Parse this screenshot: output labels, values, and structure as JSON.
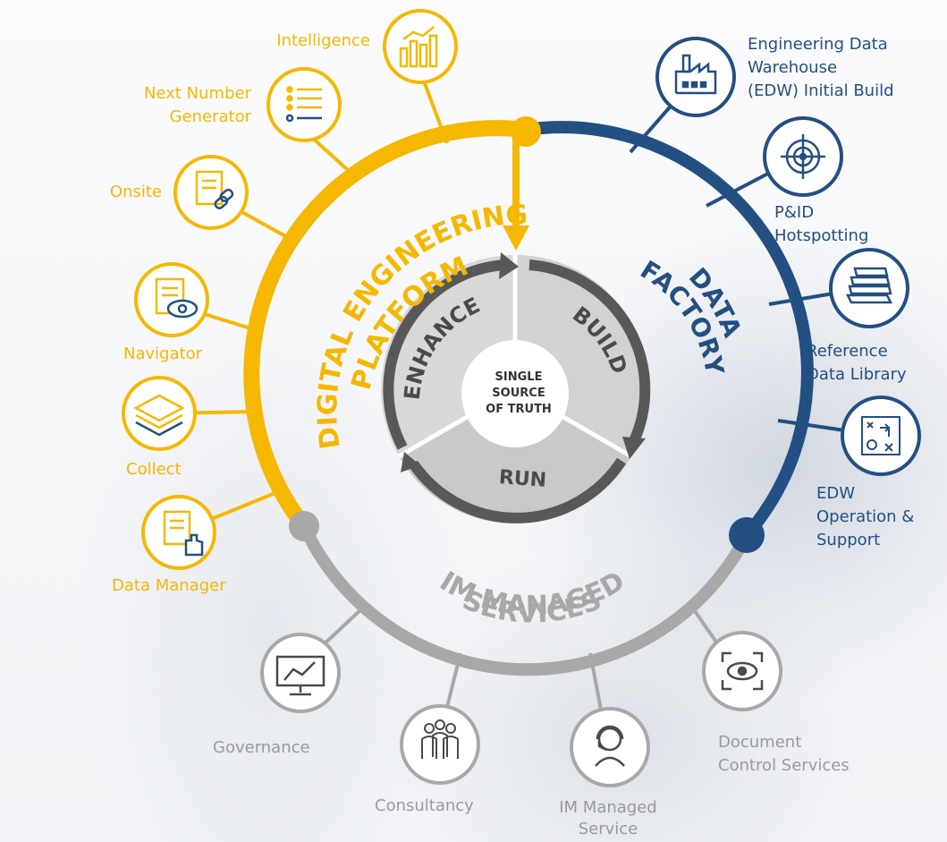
{
  "center": {
    "line1": "SINGLE",
    "line2": "SOURCE",
    "line3": "OF TRUTH"
  },
  "cycle": {
    "enhance": "ENHANCE",
    "build": "BUILD",
    "run": "RUN"
  },
  "arcs": {
    "digital_line1": "DIGITAL ENGINEERING",
    "digital_line2": "PLATFORM",
    "data_line1": "DATA",
    "data_line2": "FACTORY",
    "im_line1": "IM MANAGED",
    "im_line2": "SERVICES"
  },
  "colors": {
    "yellow": "#f5b700",
    "blue": "#234f83",
    "gray": "#a8a8a8",
    "dark_gray": "#5a5a5a"
  },
  "yellow_items": [
    {
      "label": "Intelligence",
      "icon": "bar-chart-icon"
    },
    {
      "label_line1": "Next Number",
      "label_line2": "Generator",
      "icon": "list-icon"
    },
    {
      "label": "Onsite",
      "icon": "document-link-icon"
    },
    {
      "label": "Navigator",
      "icon": "document-eye-icon"
    },
    {
      "label": "Collect",
      "icon": "layers-icon"
    },
    {
      "label": "Data Manager",
      "icon": "document-hand-icon"
    }
  ],
  "blue_items": [
    {
      "label_line1": "Engineering Data",
      "label_line2": "Warehouse",
      "label_line3": "(EDW) Initial Build",
      "icon": "factory-icon"
    },
    {
      "label_line1": "P&ID",
      "label_line2": "Hotspotting",
      "icon": "target-icon"
    },
    {
      "label_line1": "Reference",
      "label_line2": "Data Library",
      "icon": "books-icon"
    },
    {
      "label_line1": "EDW",
      "label_line2": "Operation &",
      "label_line3": "Support",
      "icon": "strategy-icon"
    }
  ],
  "gray_items": [
    {
      "label": "Governance",
      "icon": "monitor-chart-icon"
    },
    {
      "label": "Consultancy",
      "icon": "people-icon"
    },
    {
      "label_line1": "IM Managed",
      "label_line2": "Service",
      "icon": "headset-icon"
    },
    {
      "label_line1": "Document",
      "label_line2": "Control Services",
      "icon": "eye-scan-icon"
    }
  ]
}
